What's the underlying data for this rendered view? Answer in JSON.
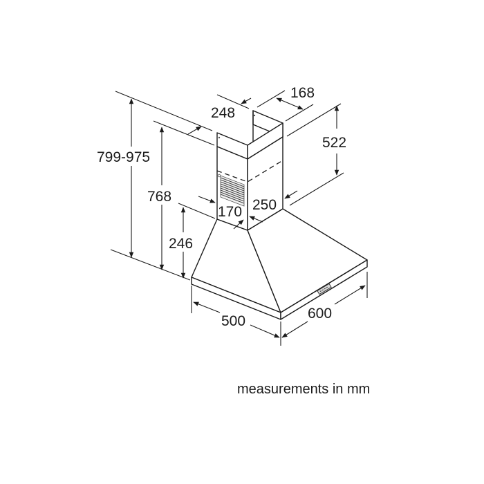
{
  "diagram": {
    "subject": "chimney cooker hood dimension drawing",
    "caption": "measurements in mm",
    "dimensions": {
      "total_height": "799-975",
      "chimney_top_height": "768",
      "hood_height": "246",
      "chimney_upper_depth": "248",
      "chimney_upper_width": "168",
      "chimney_section_height": "522",
      "chimney_lower_depth": "170",
      "chimney_lower_width": "250",
      "hood_depth": "500",
      "hood_width": "600"
    },
    "colors": {
      "line": "#1a1a1a",
      "background": "#ffffff"
    }
  }
}
